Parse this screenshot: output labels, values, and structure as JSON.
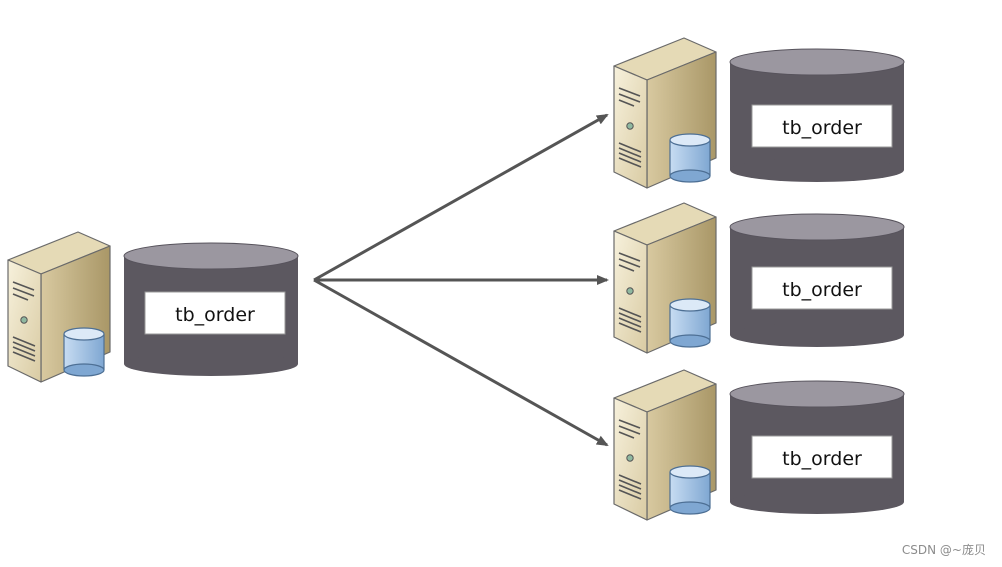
{
  "diagram": {
    "source_node": {
      "table_label": "tb_order"
    },
    "target_nodes": [
      {
        "table_label": "tb_order"
      },
      {
        "table_label": "tb_order"
      },
      {
        "table_label": "tb_order"
      }
    ]
  },
  "colors": {
    "server_face": "#efe6c8",
    "server_side": "#c9b98f",
    "server_outline": "#6a6a6a",
    "db_cylinder_body": "#5c5860",
    "db_cylinder_top": "#9b97a0",
    "db_mini_icon": "#a9c7e6",
    "arrow": "#555555",
    "label_box": "#ffffff"
  },
  "icons": [
    "server-icon",
    "database-icon"
  ],
  "watermark": "CSDN @~庞贝"
}
